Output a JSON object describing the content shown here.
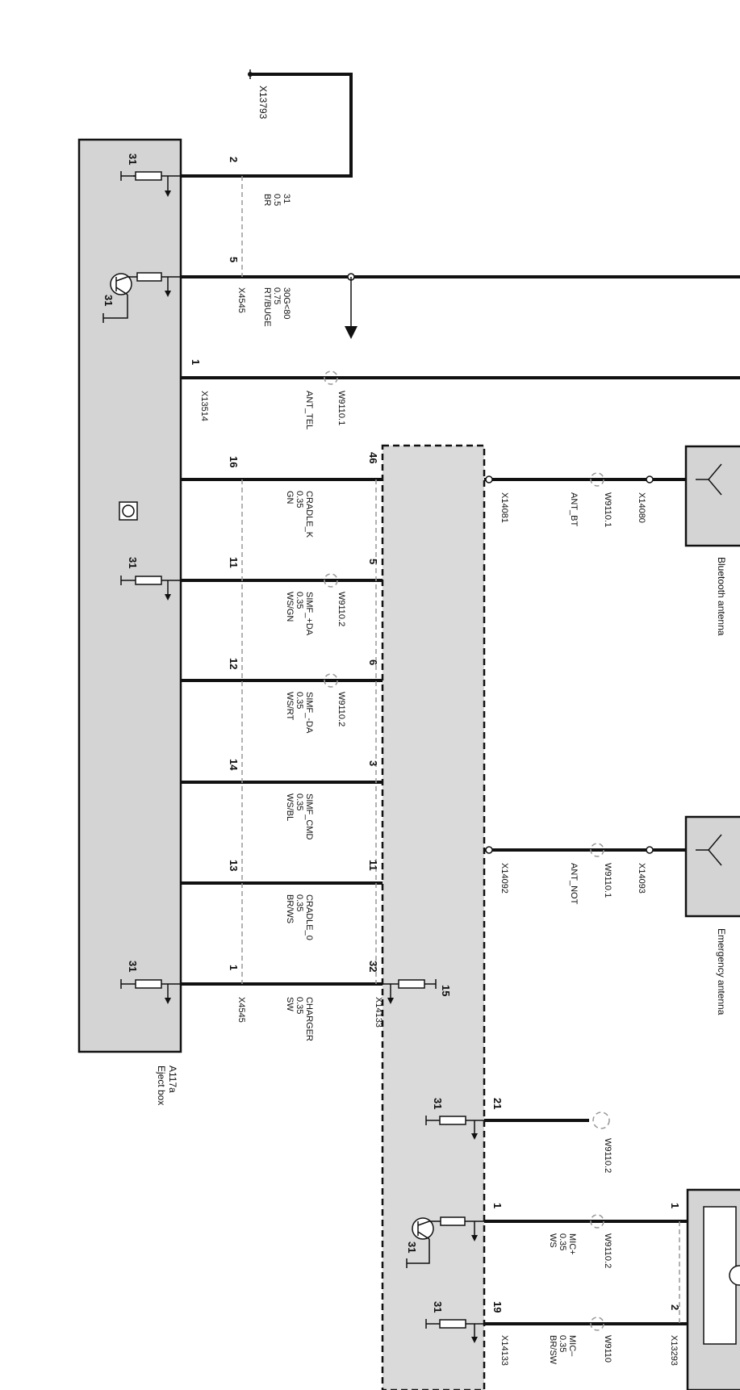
{
  "components": {
    "eject_box": {
      "ref": "A117a",
      "name": "Eject box"
    },
    "bluetooth_antenna": {
      "name": "Bluetooth antenna"
    },
    "emergency_antenna": {
      "name": "Emergency antenna"
    }
  },
  "connectors": {
    "x13793": "X13793",
    "x4545_top": "X4545",
    "x13514": "X13514",
    "x14081": "X14081",
    "x14080": "X14080",
    "x14092": "X14092",
    "x14093": "X14093",
    "x4545_bottom": "X4545",
    "x14133": "X14133",
    "x14133_bottom": "X14133",
    "x13293": "X13293"
  },
  "ground_label": "31",
  "supply_label": "15",
  "wires": [
    {
      "pin": "2",
      "signal": "31",
      "size": "0.5",
      "color": "BR"
    },
    {
      "pin": "5",
      "signal": "30G<80",
      "size": "0.75",
      "color": "RT/BUGE"
    },
    {
      "pin": "1",
      "signal": "ANT_TEL",
      "shield": "W9110.1"
    },
    {
      "pin": "16",
      "pin_far": "46",
      "signal": "CRADLE_K",
      "size": "0.35",
      "color": "GN"
    },
    {
      "pin": "11",
      "pin_far": "5",
      "signal": "SIMF_+DA",
      "size": "0.35",
      "color": "WS/GN",
      "shield": "W9110.2"
    },
    {
      "pin": "12",
      "pin_far": "6",
      "signal": "SIMF_-DA",
      "size": "0.35",
      "color": "WS/RT",
      "shield": "W9110.2"
    },
    {
      "pin": "14",
      "pin_far": "3",
      "signal": "SIMF_CMD",
      "size": "0.35",
      "color": "WS/BL"
    },
    {
      "pin": "13",
      "pin_far": "11",
      "signal": "CRADLE_0",
      "size": "0.35",
      "color": "BR/WS"
    },
    {
      "pin": "1",
      "pin_far": "32",
      "signal": "CHARGER",
      "size": "0.35",
      "color": "SW"
    }
  ],
  "antenna_wires": [
    {
      "signal": "ANT_BT",
      "shield": "W9110.1"
    },
    {
      "signal": "ANT_NOT",
      "shield": "W9110.1"
    }
  ],
  "mic_wires": [
    {
      "pin": "21",
      "shield": "W9110.2"
    },
    {
      "pin": "1",
      "pin_far": "1",
      "signal": "MIC+",
      "size": "0.35",
      "color": "WS",
      "shield": "W9110.2"
    },
    {
      "pin": "19",
      "pin_far": "2",
      "signal": "MIC–",
      "size": "0.35",
      "color": "BR/SW",
      "shield": "W9110"
    }
  ]
}
